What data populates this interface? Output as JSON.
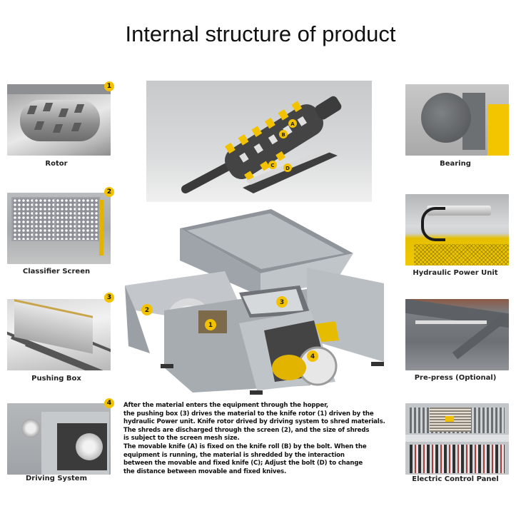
{
  "title": "Internal structure of product",
  "components_left": [
    {
      "number": "1",
      "label": "Rotor"
    },
    {
      "number": "2",
      "label": "Classifier Screen"
    },
    {
      "number": "3",
      "label": "Pushing Box"
    },
    {
      "number": "4",
      "label": "Driving System"
    }
  ],
  "components_right": [
    {
      "label": "Bearing"
    },
    {
      "label": "Hydraulic Power Unit"
    },
    {
      "label": "Pre-press (Optional)"
    },
    {
      "label": "Electric Control Panel"
    }
  ],
  "rotor_callouts": [
    "A",
    "B",
    "C",
    "D"
  ],
  "machine_callouts": [
    "1",
    "2",
    "3",
    "4"
  ],
  "description": {
    "lines": [
      "After the material enters the equipment through the hopper,",
      "the pushing box (3) drives the material to the knife rotor (1) driven by the",
      "hydraulic Power unit. Knife rotor drived by driving system to shred materials.",
      "The shreds are discharged through the screen (2), and the size of shreds",
      "is subject to the screen mesh size.",
      "The movable knife (A) is fixed on the knife roll (B) by the bolt. When the",
      "equipment is running, the material is shredded by the interaction",
      "between the movable and fixed knife (C); Adjust the bolt (D) to change",
      "the distance between movable and fixed knives."
    ]
  },
  "colors": {
    "accent_yellow": "#f2c200",
    "steel_gray": "#a9acaf",
    "text": "#111111",
    "background": "#ffffff"
  }
}
